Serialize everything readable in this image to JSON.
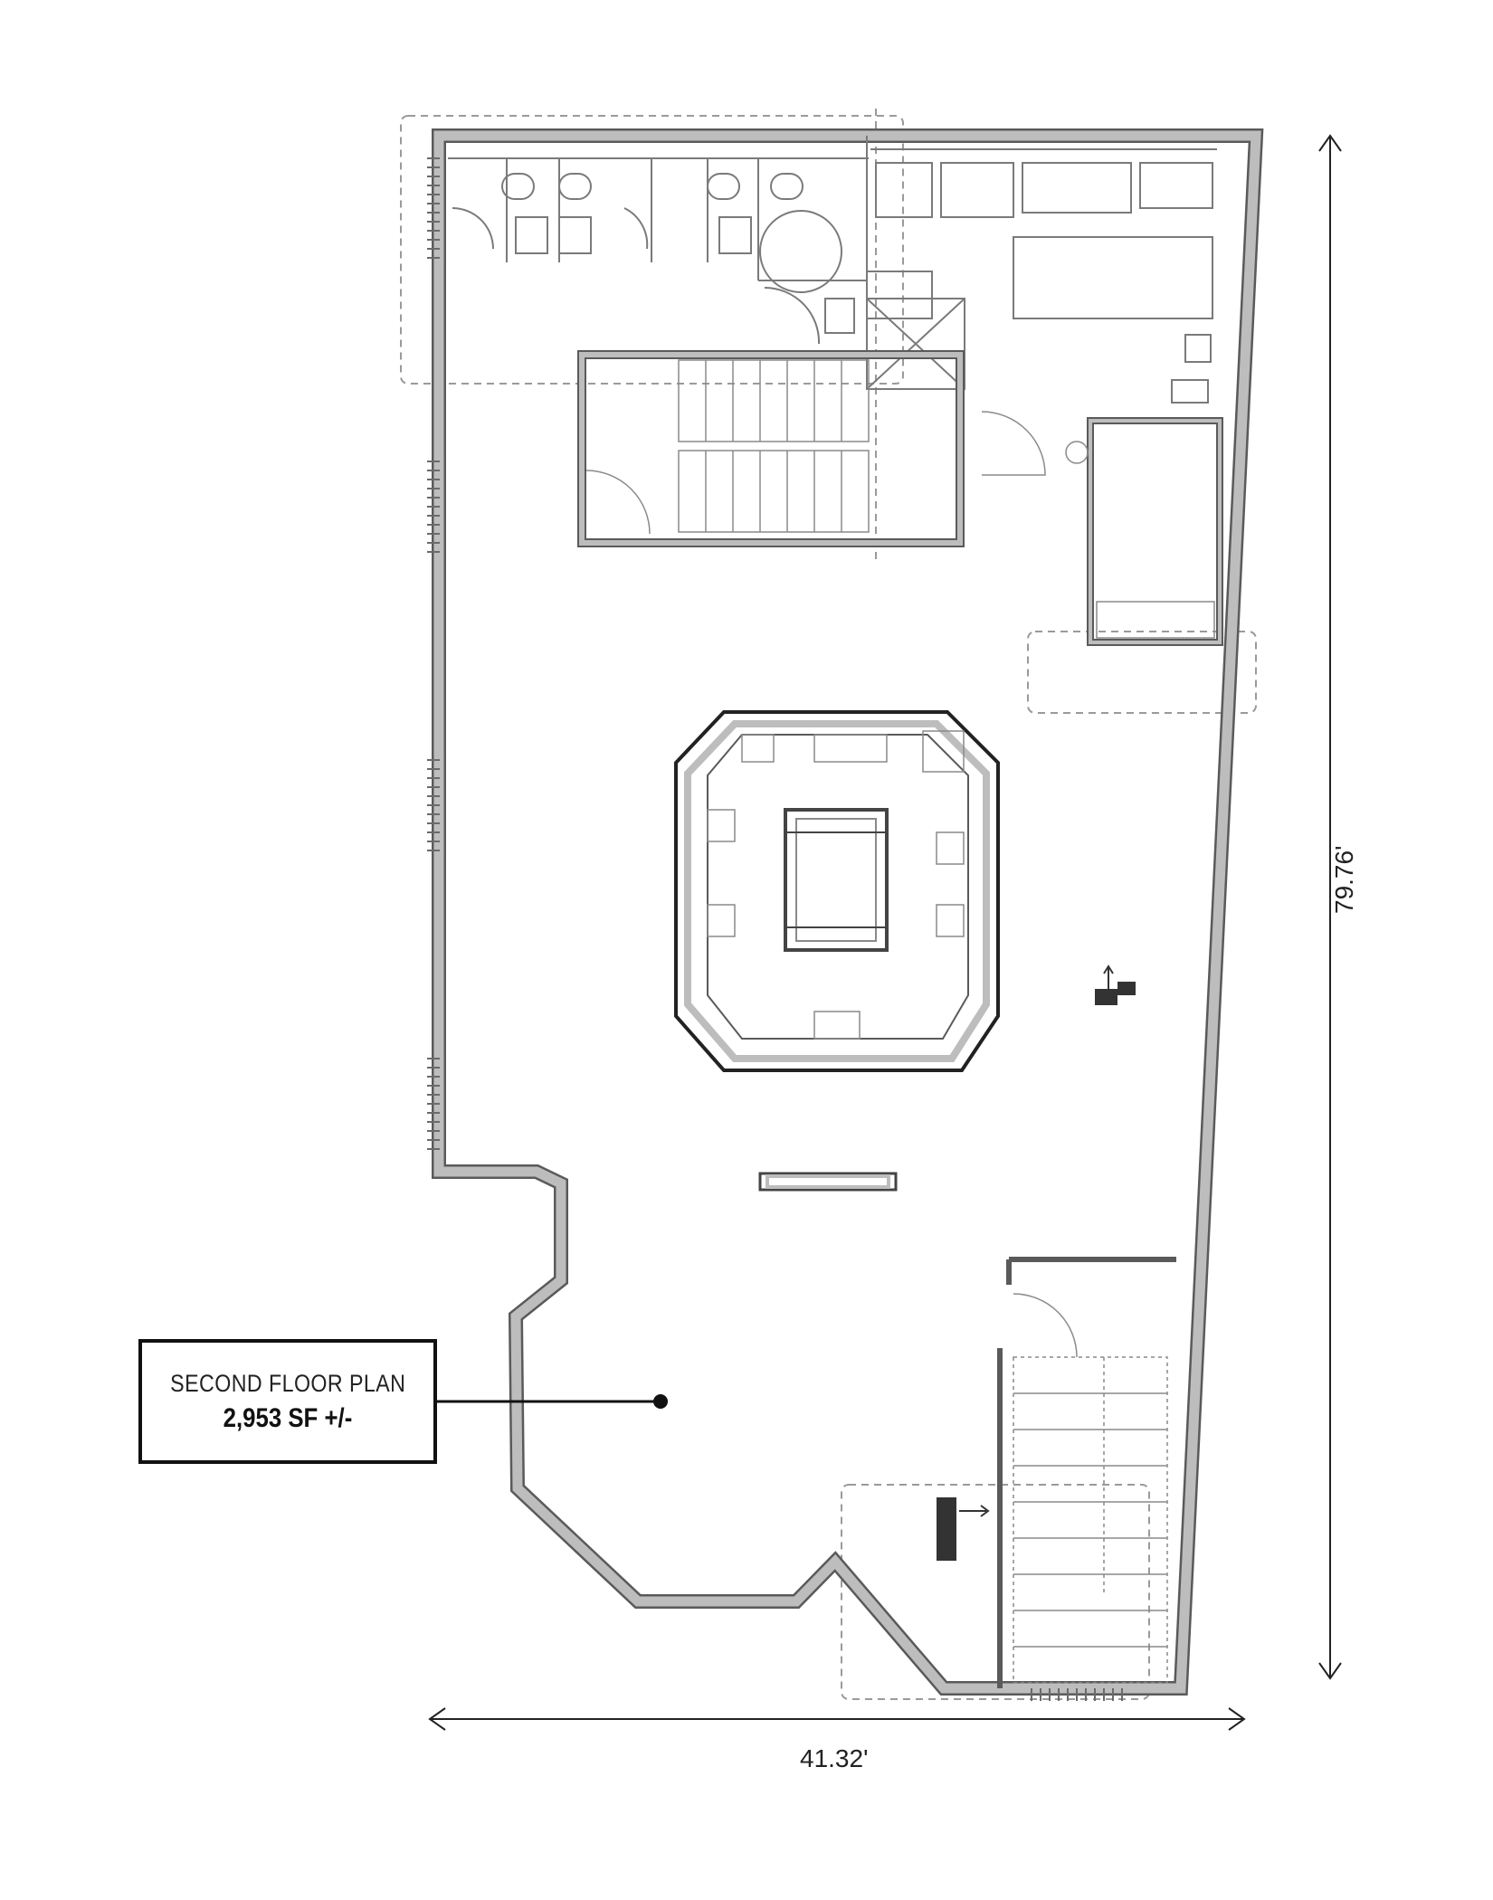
{
  "plan": {
    "title": "SECOND FLOOR PLAN",
    "area": "2,953 SF +/-"
  },
  "dimensions": {
    "width": "41.32'",
    "depth": "79.76'"
  },
  "colors": {
    "wall_fill": "#bdbdbd",
    "wall_outline": "#5a5a5a",
    "fixture_line": "#8a8a8a",
    "accent": "#111111"
  }
}
